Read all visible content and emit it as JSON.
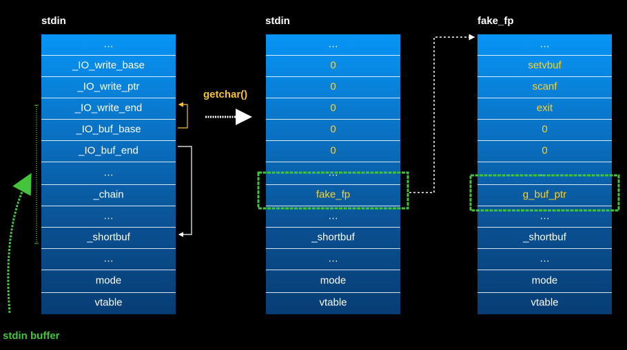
{
  "columns": [
    {
      "title": "stdin",
      "cells": [
        {
          "text": "…",
          "color": "#ffffff"
        },
        {
          "text": "_IO_write_base",
          "color": "#ffffff"
        },
        {
          "text": "_IO_write_ptr",
          "color": "#ffffff"
        },
        {
          "text": "_IO_write_end",
          "color": "#ffffff"
        },
        {
          "text": "_IO_buf_base",
          "color": "#ffffff"
        },
        {
          "text": "_IO_buf_end",
          "color": "#ffffff"
        },
        {
          "text": "…",
          "color": "#ffffff"
        },
        {
          "text": "_chain",
          "color": "#ffffff"
        },
        {
          "text": "…",
          "color": "#ffffff"
        },
        {
          "text": "_shortbuf",
          "color": "#ffffff"
        },
        {
          "text": "…",
          "color": "#ffffff"
        },
        {
          "text": "mode",
          "color": "#ffffff"
        },
        {
          "text": "vtable",
          "color": "#ffffff"
        }
      ]
    },
    {
      "title": "stdin",
      "cells": [
        {
          "text": "…",
          "color": "#ffffff"
        },
        {
          "text": "0",
          "color": "#ffd326"
        },
        {
          "text": "0",
          "color": "#ffd326"
        },
        {
          "text": "0",
          "color": "#ffd326"
        },
        {
          "text": "0",
          "color": "#ffd326"
        },
        {
          "text": "0",
          "color": "#ffd326"
        },
        {
          "text": "…",
          "color": "#ffffff"
        },
        {
          "text": "fake_fp",
          "color": "#ffd326"
        },
        {
          "text": "…",
          "color": "#ffffff"
        },
        {
          "text": "_shortbuf",
          "color": "#ffffff"
        },
        {
          "text": "…",
          "color": "#ffffff"
        },
        {
          "text": "mode",
          "color": "#ffffff"
        },
        {
          "text": "vtable",
          "color": "#ffffff"
        }
      ]
    },
    {
      "title": "fake_fp",
      "cells": [
        {
          "text": "…",
          "color": "#ffffff"
        },
        {
          "text": "setvbuf",
          "color": "#ffd326"
        },
        {
          "text": "scanf",
          "color": "#ffd326"
        },
        {
          "text": "exit",
          "color": "#ffd326"
        },
        {
          "text": "0",
          "color": "#ffd326"
        },
        {
          "text": "0",
          "color": "#ffd326"
        },
        {
          "text": "…",
          "color": "#ffffff"
        },
        {
          "text": "g_buf_ptr",
          "color": "#ffd326"
        },
        {
          "text": "…",
          "color": "#ffffff"
        },
        {
          "text": "_shortbuf",
          "color": "#ffffff"
        },
        {
          "text": "…",
          "color": "#ffffff"
        },
        {
          "text": "mode",
          "color": "#ffffff"
        },
        {
          "text": "vtable",
          "color": "#ffffff"
        }
      ]
    }
  ],
  "getchar_label": "getchar()",
  "stdin_buffer_label": "stdin buffer",
  "colors": {
    "highlight_green": "#43c43a",
    "value_yellow": "#ffd326",
    "getchar_orange": "#f6c428"
  }
}
